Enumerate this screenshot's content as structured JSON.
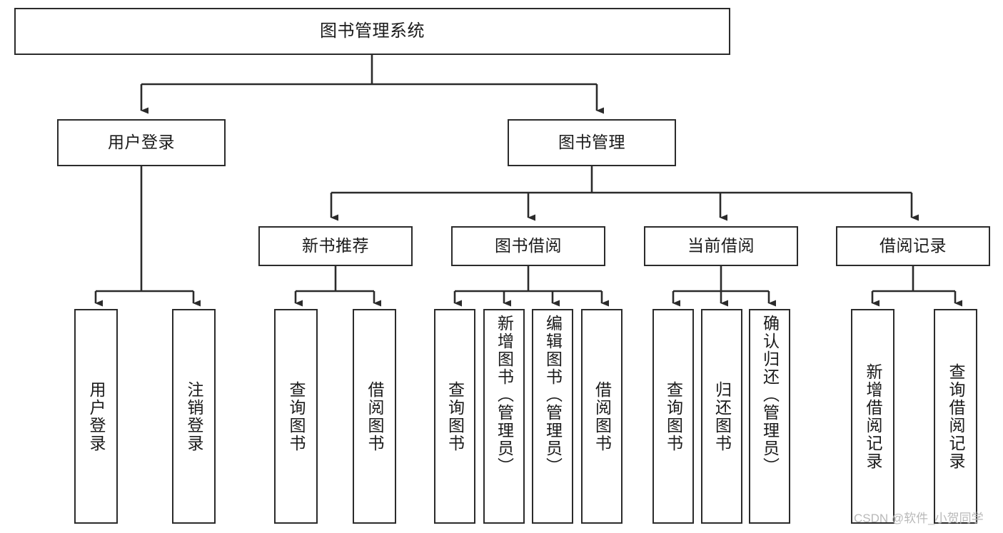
{
  "diagram": {
    "type": "tree-hierarchy-chart",
    "title": "图书管理系统",
    "stroke_color": "#2b2b2b",
    "fill_color": "#ffffff",
    "text_color": "#1a1a1a",
    "levels": {
      "root": {
        "label": "图书管理系统"
      },
      "level2": [
        {
          "id": "user-login",
          "label": "用户登录"
        },
        {
          "id": "book-manage",
          "label": "图书管理"
        }
      ],
      "level3": [
        {
          "id": "new-book-recommend",
          "label": "新书推荐",
          "parent": "book-manage"
        },
        {
          "id": "book-borrow",
          "label": "图书借阅",
          "parent": "book-manage"
        },
        {
          "id": "current-borrow",
          "label": "当前借阅",
          "parent": "book-manage"
        },
        {
          "id": "borrow-record",
          "label": "借阅记录",
          "parent": "book-manage"
        }
      ],
      "leaves": [
        {
          "id": "leaf-user-login",
          "label": "用户登录",
          "parent": "user-login",
          "align": "center"
        },
        {
          "id": "leaf-user-logout",
          "label": "注销登录",
          "parent": "user-login",
          "align": "center"
        },
        {
          "id": "leaf-query-book-1",
          "label": "查询图书",
          "parent": "new-book-recommend",
          "align": "center"
        },
        {
          "id": "leaf-borrow-book-1",
          "label": "借阅图书",
          "parent": "new-book-recommend",
          "align": "center"
        },
        {
          "id": "leaf-query-book-2",
          "label": "查询图书",
          "parent": "book-borrow",
          "align": "center"
        },
        {
          "id": "leaf-add-book",
          "label": "新增图书（管理员）",
          "parent": "book-borrow",
          "align": "top"
        },
        {
          "id": "leaf-edit-book",
          "label": "编辑图书（管理员）",
          "parent": "book-borrow",
          "align": "top"
        },
        {
          "id": "leaf-borrow-book-2",
          "label": "借阅图书",
          "parent": "book-borrow",
          "align": "center"
        },
        {
          "id": "leaf-query-book-3",
          "label": "查询图书",
          "parent": "current-borrow",
          "align": "center"
        },
        {
          "id": "leaf-return-book",
          "label": "归还图书",
          "parent": "current-borrow",
          "align": "center"
        },
        {
          "id": "leaf-confirm-return",
          "label": "确认归还（管理员）",
          "parent": "current-borrow",
          "align": "top"
        },
        {
          "id": "leaf-add-record",
          "label": "新增借阅记录",
          "parent": "borrow-record",
          "align": "center"
        },
        {
          "id": "leaf-query-record",
          "label": "查询借阅记录",
          "parent": "borrow-record",
          "align": "center"
        }
      ]
    }
  },
  "watermark": {
    "text": "CSDN @软件_小贺同学"
  }
}
